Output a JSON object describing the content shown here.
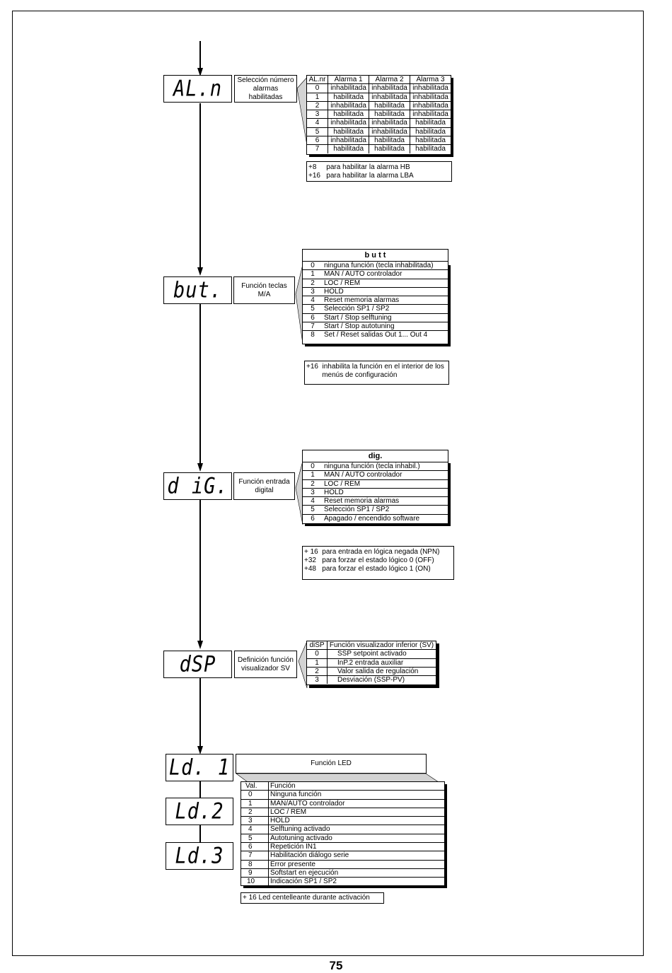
{
  "page_number": "75",
  "aln": {
    "display": "AL.n",
    "label": "Selección número\nalarmas\nhabilitadas",
    "table": {
      "headers": [
        "AL.nr",
        "Alarma 1",
        "Alarma 2",
        "Alarma 3"
      ],
      "rows": [
        [
          "0",
          "inhabilitada",
          "inhabilitada",
          "inhabilitada"
        ],
        [
          "1",
          "habilitada",
          "inhabilitada",
          "inhabilitada"
        ],
        [
          "2",
          "inhabilitada",
          "habilitada",
          "inhabilitada"
        ],
        [
          "3",
          "habilitada",
          "habilitada",
          "inhabilitada"
        ],
        [
          "4",
          "inhabilitada",
          "inhabilitada",
          "habilitada"
        ],
        [
          "5",
          "habilitada",
          "inhabilitada",
          "habilitada"
        ],
        [
          "6",
          "inhabilitada",
          "habilitada",
          "habilitada"
        ],
        [
          "7",
          "habilitada",
          "habilitada",
          "habilitada"
        ]
      ]
    },
    "notes": [
      "+8     para habilitar la alarma HB",
      "+16   para habilitar la alarma LBA"
    ]
  },
  "but": {
    "display": "but.",
    "label": "Función teclas\nM/A",
    "title": "b u t t",
    "rows": [
      [
        "0",
        "ninguna función (tecla inhabilitada)"
      ],
      [
        "1",
        "MAN / AUTO controlador"
      ],
      [
        "2",
        "LOC / REM"
      ],
      [
        "3",
        "HOLD"
      ],
      [
        "4",
        "Reset memoria alarmas"
      ],
      [
        "5",
        "Selección SP1 / SP2"
      ],
      [
        "6",
        "Start / Stop selftuning"
      ],
      [
        "7",
        "Start / Stop autotuning"
      ],
      [
        "8",
        "Set / Reset salidas Out 1... Out 4"
      ]
    ],
    "notes": [
      "+16  inhabilita la función en el interior de los",
      "        menús de configuración"
    ]
  },
  "dig": {
    "display": "d iG.",
    "label": "Función entrada\ndigital",
    "title": "dig.",
    "rows": [
      [
        "0",
        "ninguna función (tecla inhabil.)"
      ],
      [
        "1",
        "MAN / AUTO controlador"
      ],
      [
        "2",
        "LOC / REM"
      ],
      [
        "3",
        "HOLD"
      ],
      [
        "4",
        "Reset memoria alarmas"
      ],
      [
        "5",
        "Selección SP1 / SP2"
      ],
      [
        "6",
        "Apagado / encendido software"
      ]
    ],
    "notes": [
      "+ 16  para entrada en lógica negada (NPN)",
      "+32   para forzar el estado lógico 0 (OFF)",
      "+48   para forzar el estado lógico 1 (ON)"
    ]
  },
  "dsp": {
    "display": "dSP",
    "label": "Definición función\nvisualizador  SV",
    "header": [
      "diSP",
      "Función visualizador inferior (SV)"
    ],
    "rows": [
      [
        "0",
        "SSP setpoint activado"
      ],
      [
        "1",
        "InP.2 entrada auxiliar"
      ],
      [
        "2",
        "Valor salida de regulación"
      ],
      [
        "3",
        "Desviación (SSP-PV)"
      ]
    ]
  },
  "led": {
    "displays": [
      "Ld. 1",
      "Ld.2",
      "Ld.3"
    ],
    "label": "Función LED",
    "header": [
      "Val.",
      "Función"
    ],
    "rows": [
      [
        "0",
        "Ninguna función"
      ],
      [
        "1",
        "MAN/AUTO controlador"
      ],
      [
        "2",
        "LOC / REM"
      ],
      [
        "3",
        "HOLD"
      ],
      [
        "4",
        "Selftuning activado"
      ],
      [
        "5",
        "Autotuning activado"
      ],
      [
        "6",
        "Repetición IN1"
      ],
      [
        "7",
        "Habilitación diálogo serie"
      ],
      [
        "8",
        "Error presente"
      ],
      [
        "9",
        "Softstart en ejecución"
      ],
      [
        "10",
        "Indicación SP1 / SP2"
      ]
    ],
    "note": "+ 16 Led centelleante durante activación"
  }
}
